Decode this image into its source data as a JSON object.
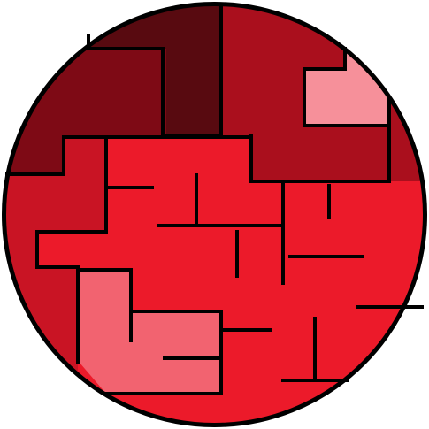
{
  "puzzle": {
    "colors": {
      "darkest": "#580A10",
      "dark": "#7E0A15",
      "dark_red": "#AA0F1D",
      "medium_red": "#C91424",
      "bright_red": "#EC1A2A",
      "light_pink": "#F6909A",
      "pink": "#F26370",
      "outline": "#000000"
    },
    "pieces": [
      {
        "name": "piece-darkest-top",
        "color": "darkest"
      },
      {
        "name": "piece-dark-top-left",
        "color": "dark"
      },
      {
        "name": "piece-dark-red-top-right",
        "color": "dark_red"
      },
      {
        "name": "piece-light-pink-top-right",
        "color": "light_pink"
      },
      {
        "name": "piece-medium-red-left",
        "color": "medium_red"
      },
      {
        "name": "piece-bright-red-center",
        "color": "bright_red"
      },
      {
        "name": "piece-pink-bottom-left",
        "color": "pink"
      }
    ]
  }
}
